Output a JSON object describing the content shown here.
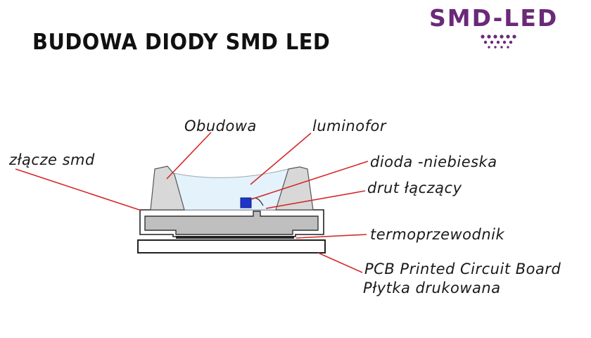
{
  "title": "BUDOWA DIODY SMD LED",
  "logo": {
    "text": "SMD-LED",
    "color": "#6a2a78",
    "dot_color": "#6a2a78"
  },
  "labels": {
    "housing": "Obudowa",
    "phosphor": "luminofor",
    "smd_joint": "złącze smd",
    "blue_diode": "dioda -niebieska",
    "bond_wire": "drut łączący",
    "thermal_conductor": "termoprzewodnik",
    "pcb_line1": "PCB Printed Circuit Board",
    "pcb_line2": "Płytka drukowana"
  },
  "colors": {
    "leader_line": "#d42a2a",
    "housing_fill": "#d8d8d8",
    "phosphor_fill": "#e4f2fb",
    "chip_fill": "#1e35c8",
    "conductor_fill": "#bfbfbf",
    "outline": "#222222"
  }
}
